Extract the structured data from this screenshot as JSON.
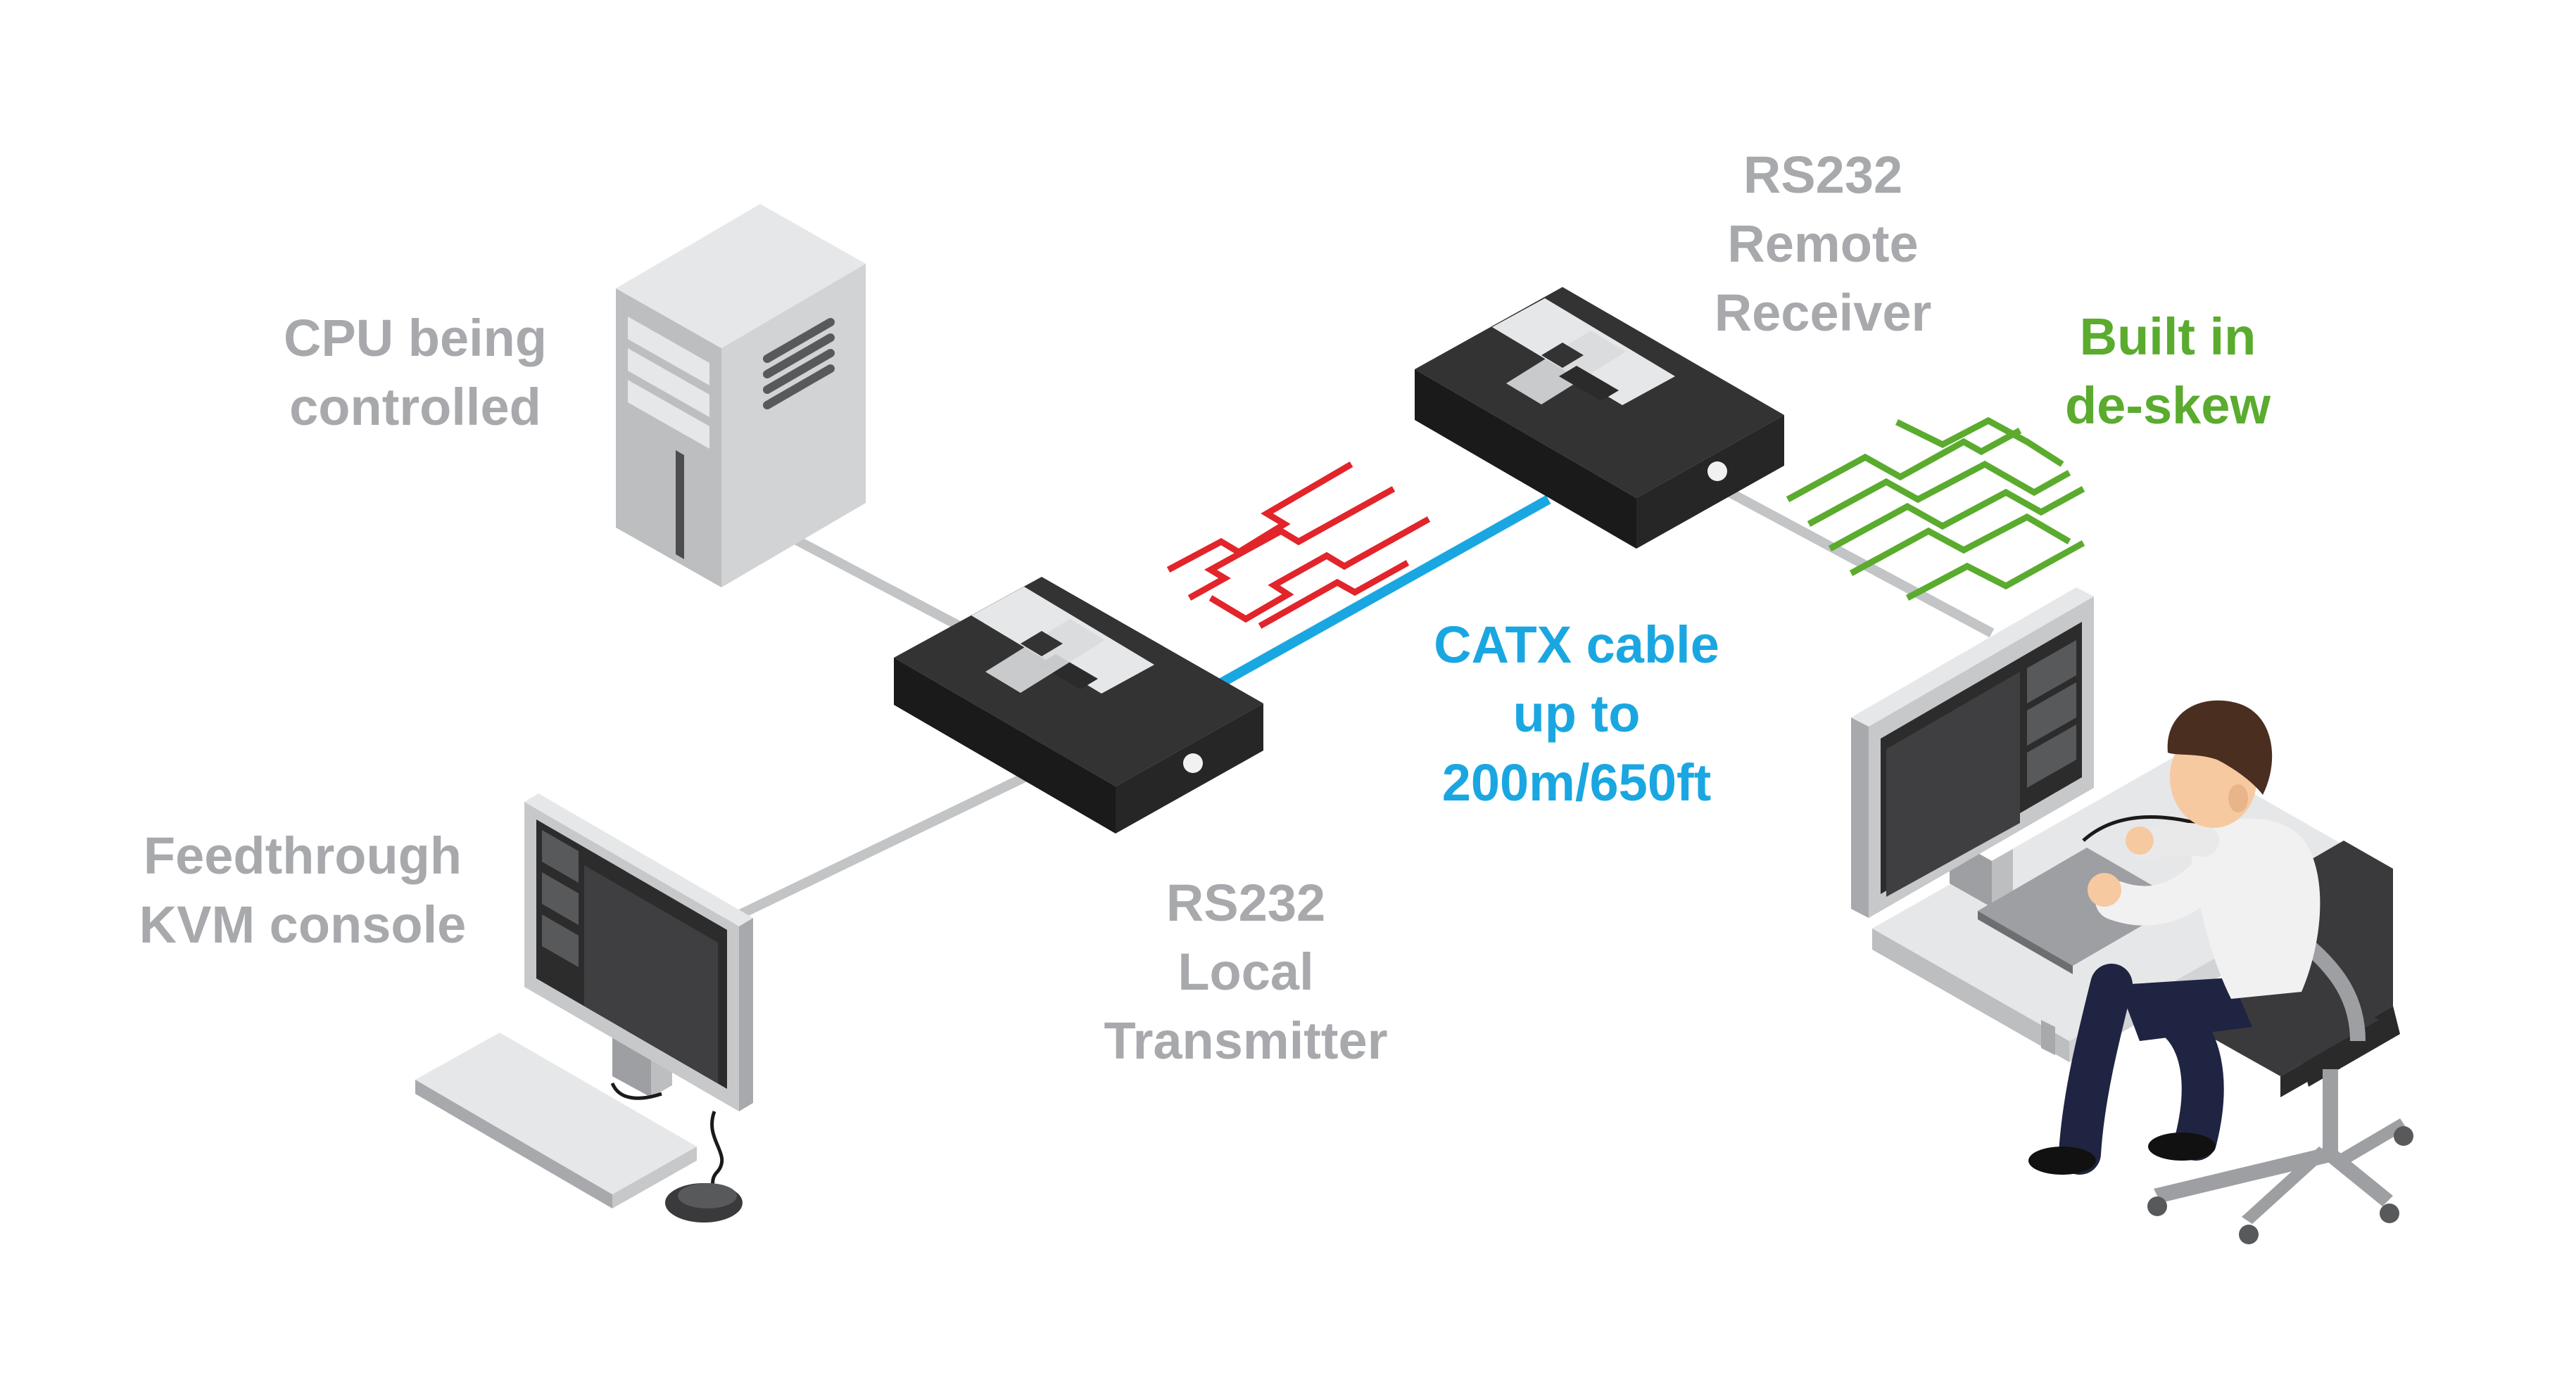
{
  "labels": {
    "cpu": {
      "line1": "CPU being",
      "line2": "controlled"
    },
    "console": {
      "line1": "Feedthrough",
      "line2": "KVM console"
    },
    "transmitter": {
      "line1": "RS232",
      "line2": "Local",
      "line3": "Transmitter"
    },
    "receiver": {
      "line1": "RS232",
      "line2": "Remote",
      "line3": "Receiver"
    },
    "cable": {
      "line1": "CATX cable",
      "line2": "up to",
      "line3": "200m/650ft"
    },
    "deskew": {
      "line1": "Built in",
      "line2": "de-skew"
    }
  },
  "colors": {
    "label_gray": "#a7a9ac",
    "cable_blue": "#1aa7e1",
    "skew_red": "#e2242b",
    "deskew_green": "#5aab2e",
    "connector_gray": "#c2c4c6",
    "device_black": "#2b2b2b"
  },
  "icons": [
    "cpu-tower-icon",
    "kvm-transmitter-icon",
    "kvm-receiver-icon",
    "monitor-icon",
    "keyboard-icon",
    "mouse-icon",
    "desk-icon",
    "office-chair-icon",
    "user-person-icon"
  ]
}
